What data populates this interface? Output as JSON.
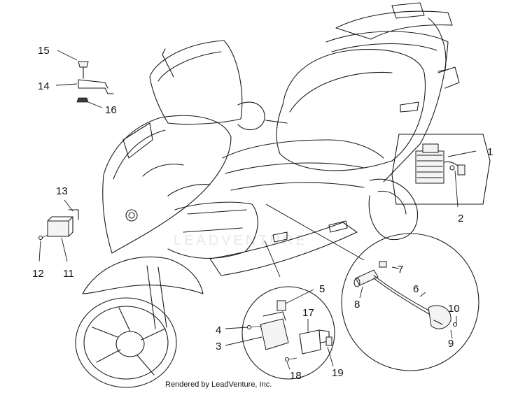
{
  "callouts": {
    "c1": "1",
    "c2": "2",
    "c3": "3",
    "c4": "4",
    "c5": "5",
    "c6": "6",
    "c7": "7",
    "c8": "8",
    "c9": "9",
    "c10": "10",
    "c11": "11",
    "c12": "12",
    "c13": "13",
    "c14": "14",
    "c15": "15",
    "c16": "16",
    "c17": "17",
    "c18": "18",
    "c19": "19"
  },
  "footer": {
    "credit": "Rendered by LeadVenture, Inc."
  },
  "watermark": {
    "text": "LEADVENTURE"
  },
  "colors": {
    "line": "#1a1a1a",
    "background": "#ffffff",
    "watermark": "#e9e9e9"
  }
}
